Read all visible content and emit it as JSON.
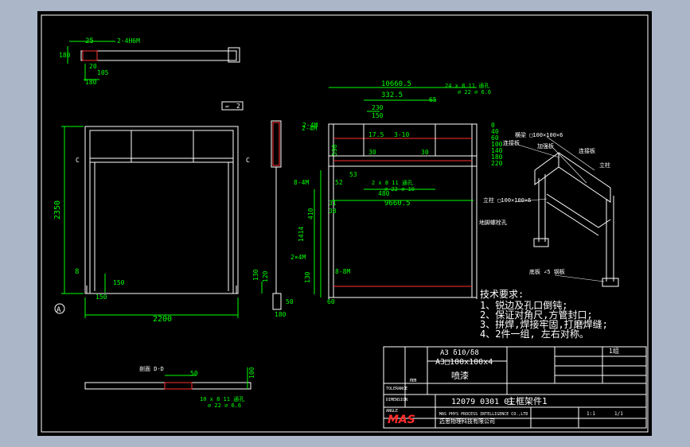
{
  "colors": {
    "background": "#000000",
    "frame": "#abb7c9",
    "geometry": "#ffffff",
    "dimension": "#00ff00",
    "weld": "#ff3030",
    "logo": "#ff2a2a"
  },
  "dims": {
    "d25": "25",
    "hole_2_4h6m": "2-4H6M",
    "d180a": "180",
    "d20": "20",
    "d105": "105",
    "d180b": "180",
    "d2350": "2350",
    "d8": "8",
    "d150a": "150",
    "d150b": "150",
    "d2200": "2200",
    "sec_a": "A",
    "cut_c1": "C",
    "cut_c2": "C",
    "flat_sym": "▱",
    "flat_val": "2",
    "hole_2_4m": "2-4M",
    "hole_2x4m": "2×4M",
    "d130": "130",
    "d120": "120",
    "d50": "50",
    "d180c": "180",
    "d10660": "10660.5",
    "d332": "332.5",
    "d230": "230",
    "d150c": "150",
    "d3_10": "3-10",
    "d17_5": "17.5",
    "d590": "590",
    "d30a": "30",
    "d30b": "30",
    "d65": "65",
    "d0": "0",
    "d40": "40",
    "d60": "60",
    "d100": "100",
    "d140": "140",
    "d180d": "180",
    "d220": "220",
    "lbl_24x8": "24 x 8 11 通孔",
    "lbl_24x8b": "⌀ 22 ⌀ 6.6",
    "d53": "53",
    "d52": "52",
    "d8_4m": "8-4M",
    "d410": "410",
    "d1414": "1414",
    "d38": "38",
    "d31": "31",
    "lbl_2x8": "2 x 8 11 通孔",
    "lbl_2x8b": "⌀ 22 ⌀ 10",
    "d480": "480",
    "d9660": "9660.5",
    "d130b": "130",
    "d8_8m": "8-8M",
    "d60b": "60"
  },
  "iso": {
    "l1": "横梁 □100×100×6",
    "l2": "连接板",
    "l3": "加强板",
    "l4": "连接板",
    "l5": "立柱",
    "l6": "立柱 □100×100×6",
    "l7": "地脚螺栓孔",
    "l8": "底板 ∠5 钢板"
  },
  "tech": {
    "title": "技术要求:",
    "items": [
      "1、锐边及孔口倒钝;",
      "2、保证对角尺,方管封口;",
      "3、拼焊,焊接牢固,打磨焊缝;",
      "4、2件一组, 左右对称。"
    ]
  },
  "section": {
    "title": "剖面 D-D",
    "d50": "50",
    "d100": "100",
    "lbl1": "10 x 8 11 通孔",
    "lbl2": "⌀ 22 ⌀ 6.6"
  },
  "titleblock": {
    "material1": "A3 δ10/δ8",
    "material2": "A3□100x100x4",
    "process": "喷漆",
    "drawing_no": "12079 0301 01",
    "part_name": "主框架件1",
    "company_en": "MAS PHYS PROCESS INTELLIGENCE CO.,LTD",
    "company_cn": "迈思物理科技有限公司",
    "logo": "MAS",
    "tol1": "TOLERANCE",
    "tol2": "DIMENSION",
    "tol3": "ANGLE",
    "qty": "1组",
    "unit": "mm",
    "scale": "1:1",
    "sheet": "1/1"
  }
}
